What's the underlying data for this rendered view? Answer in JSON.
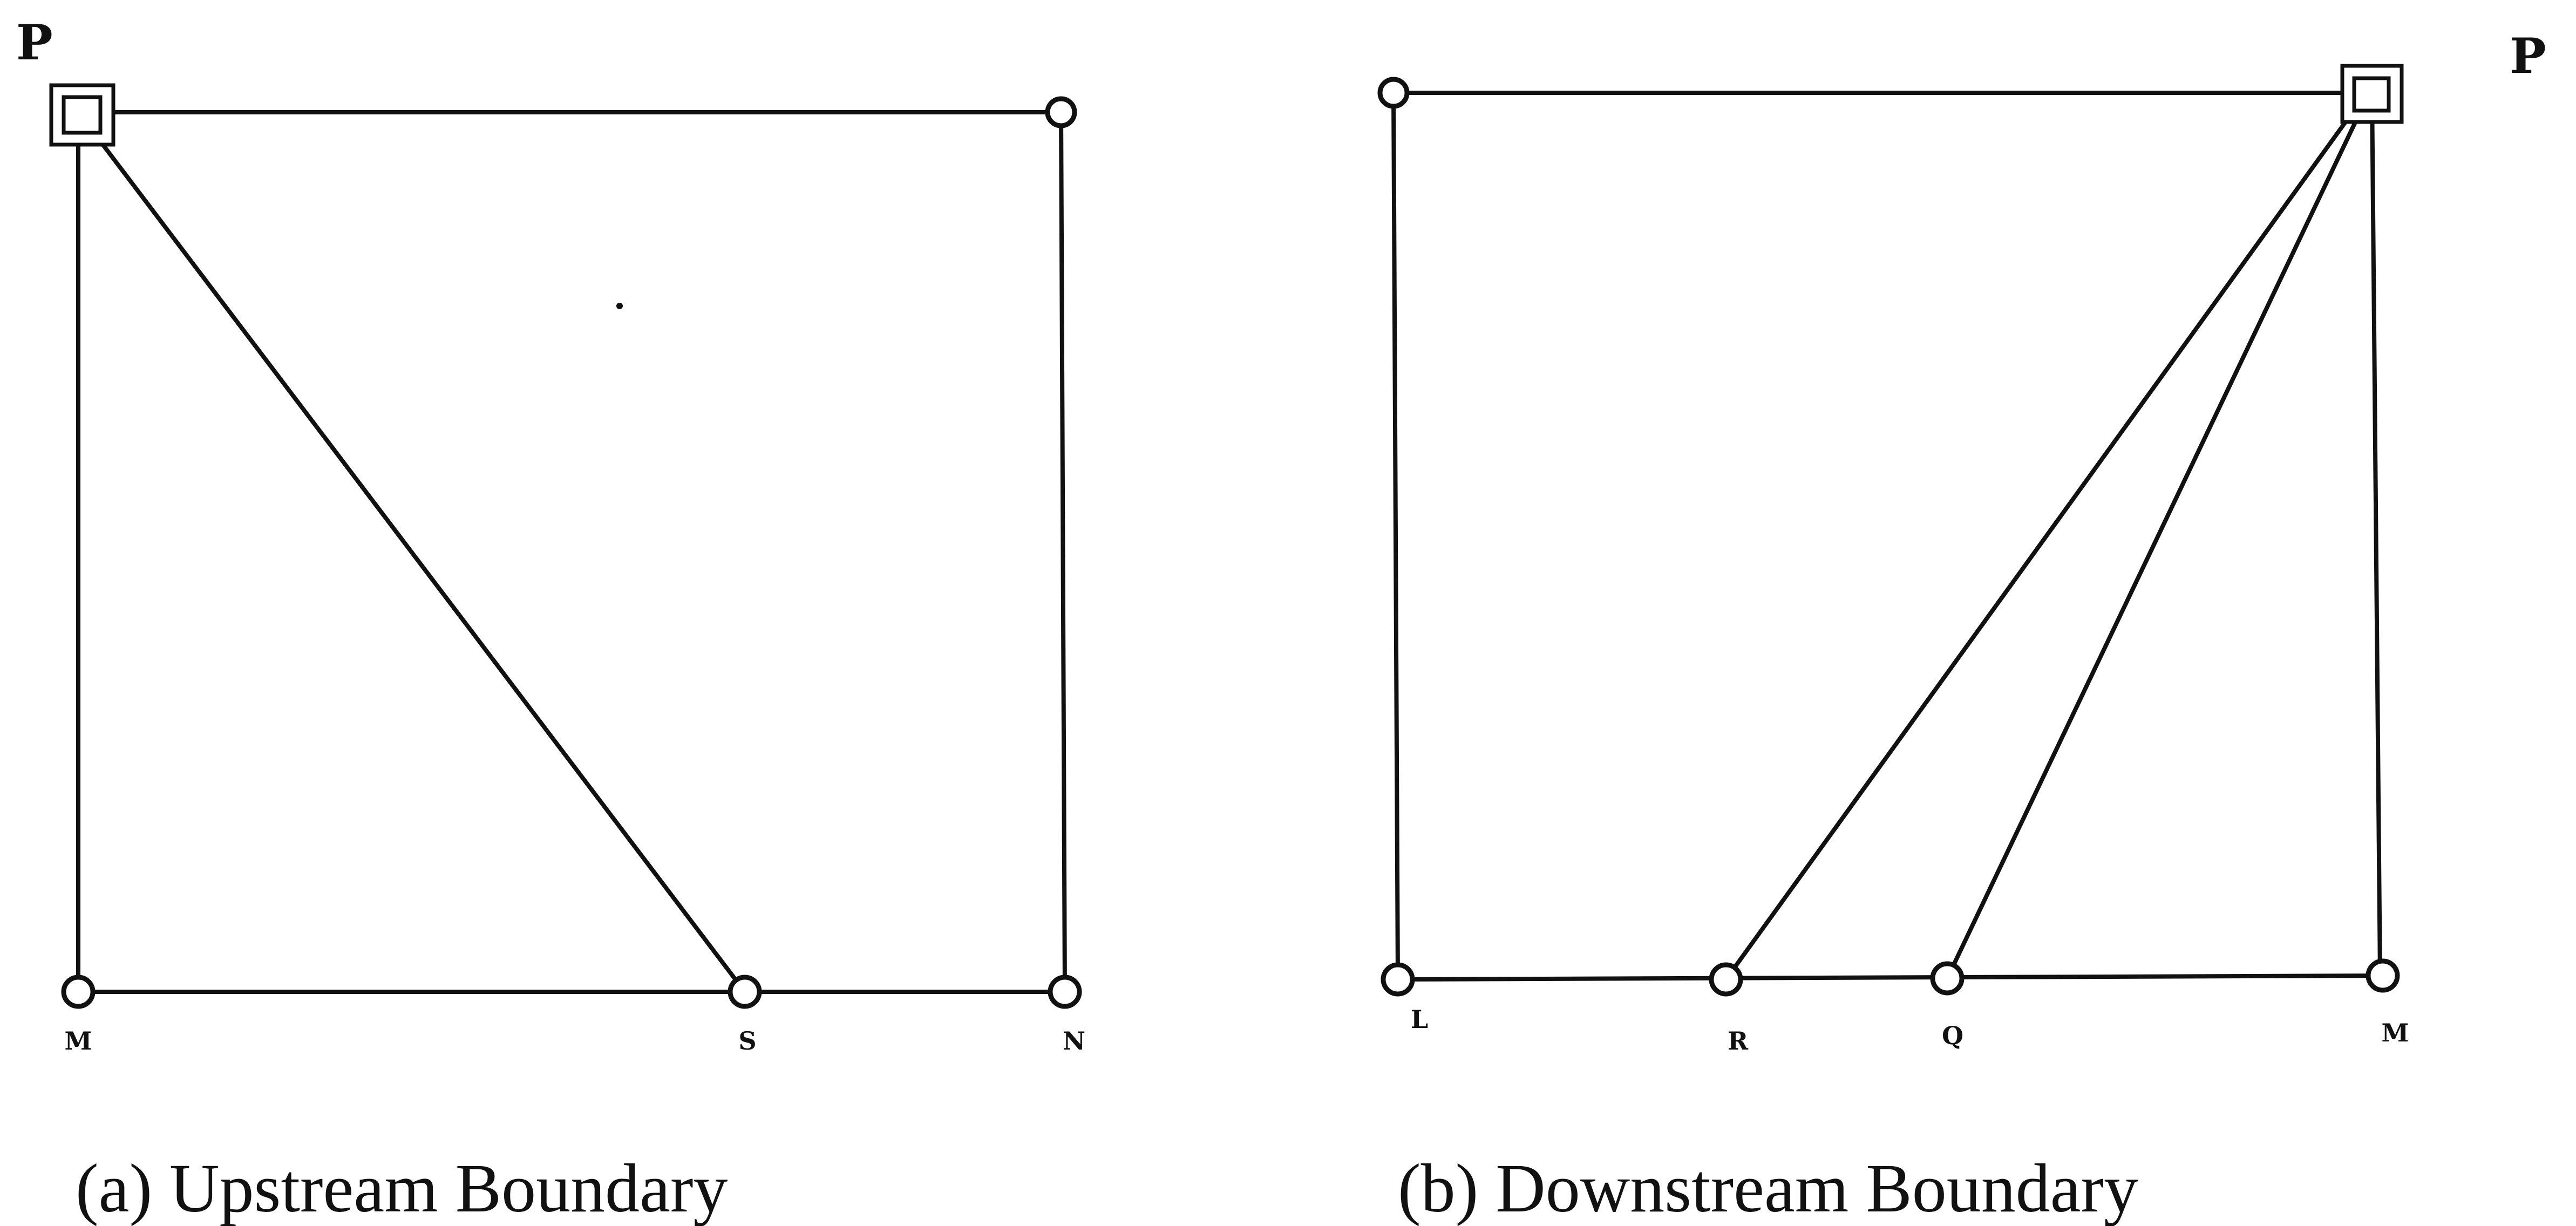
{
  "panel_a": {
    "caption": "(a) Upstream Boundary",
    "labels": {
      "p": "P",
      "m": "M",
      "s": "S",
      "n": "N"
    }
  },
  "panel_b": {
    "caption": "(b) Downstream Boundary",
    "labels": {
      "p": "P",
      "l": "L",
      "r": "R",
      "q": "Q",
      "m": "M"
    }
  }
}
